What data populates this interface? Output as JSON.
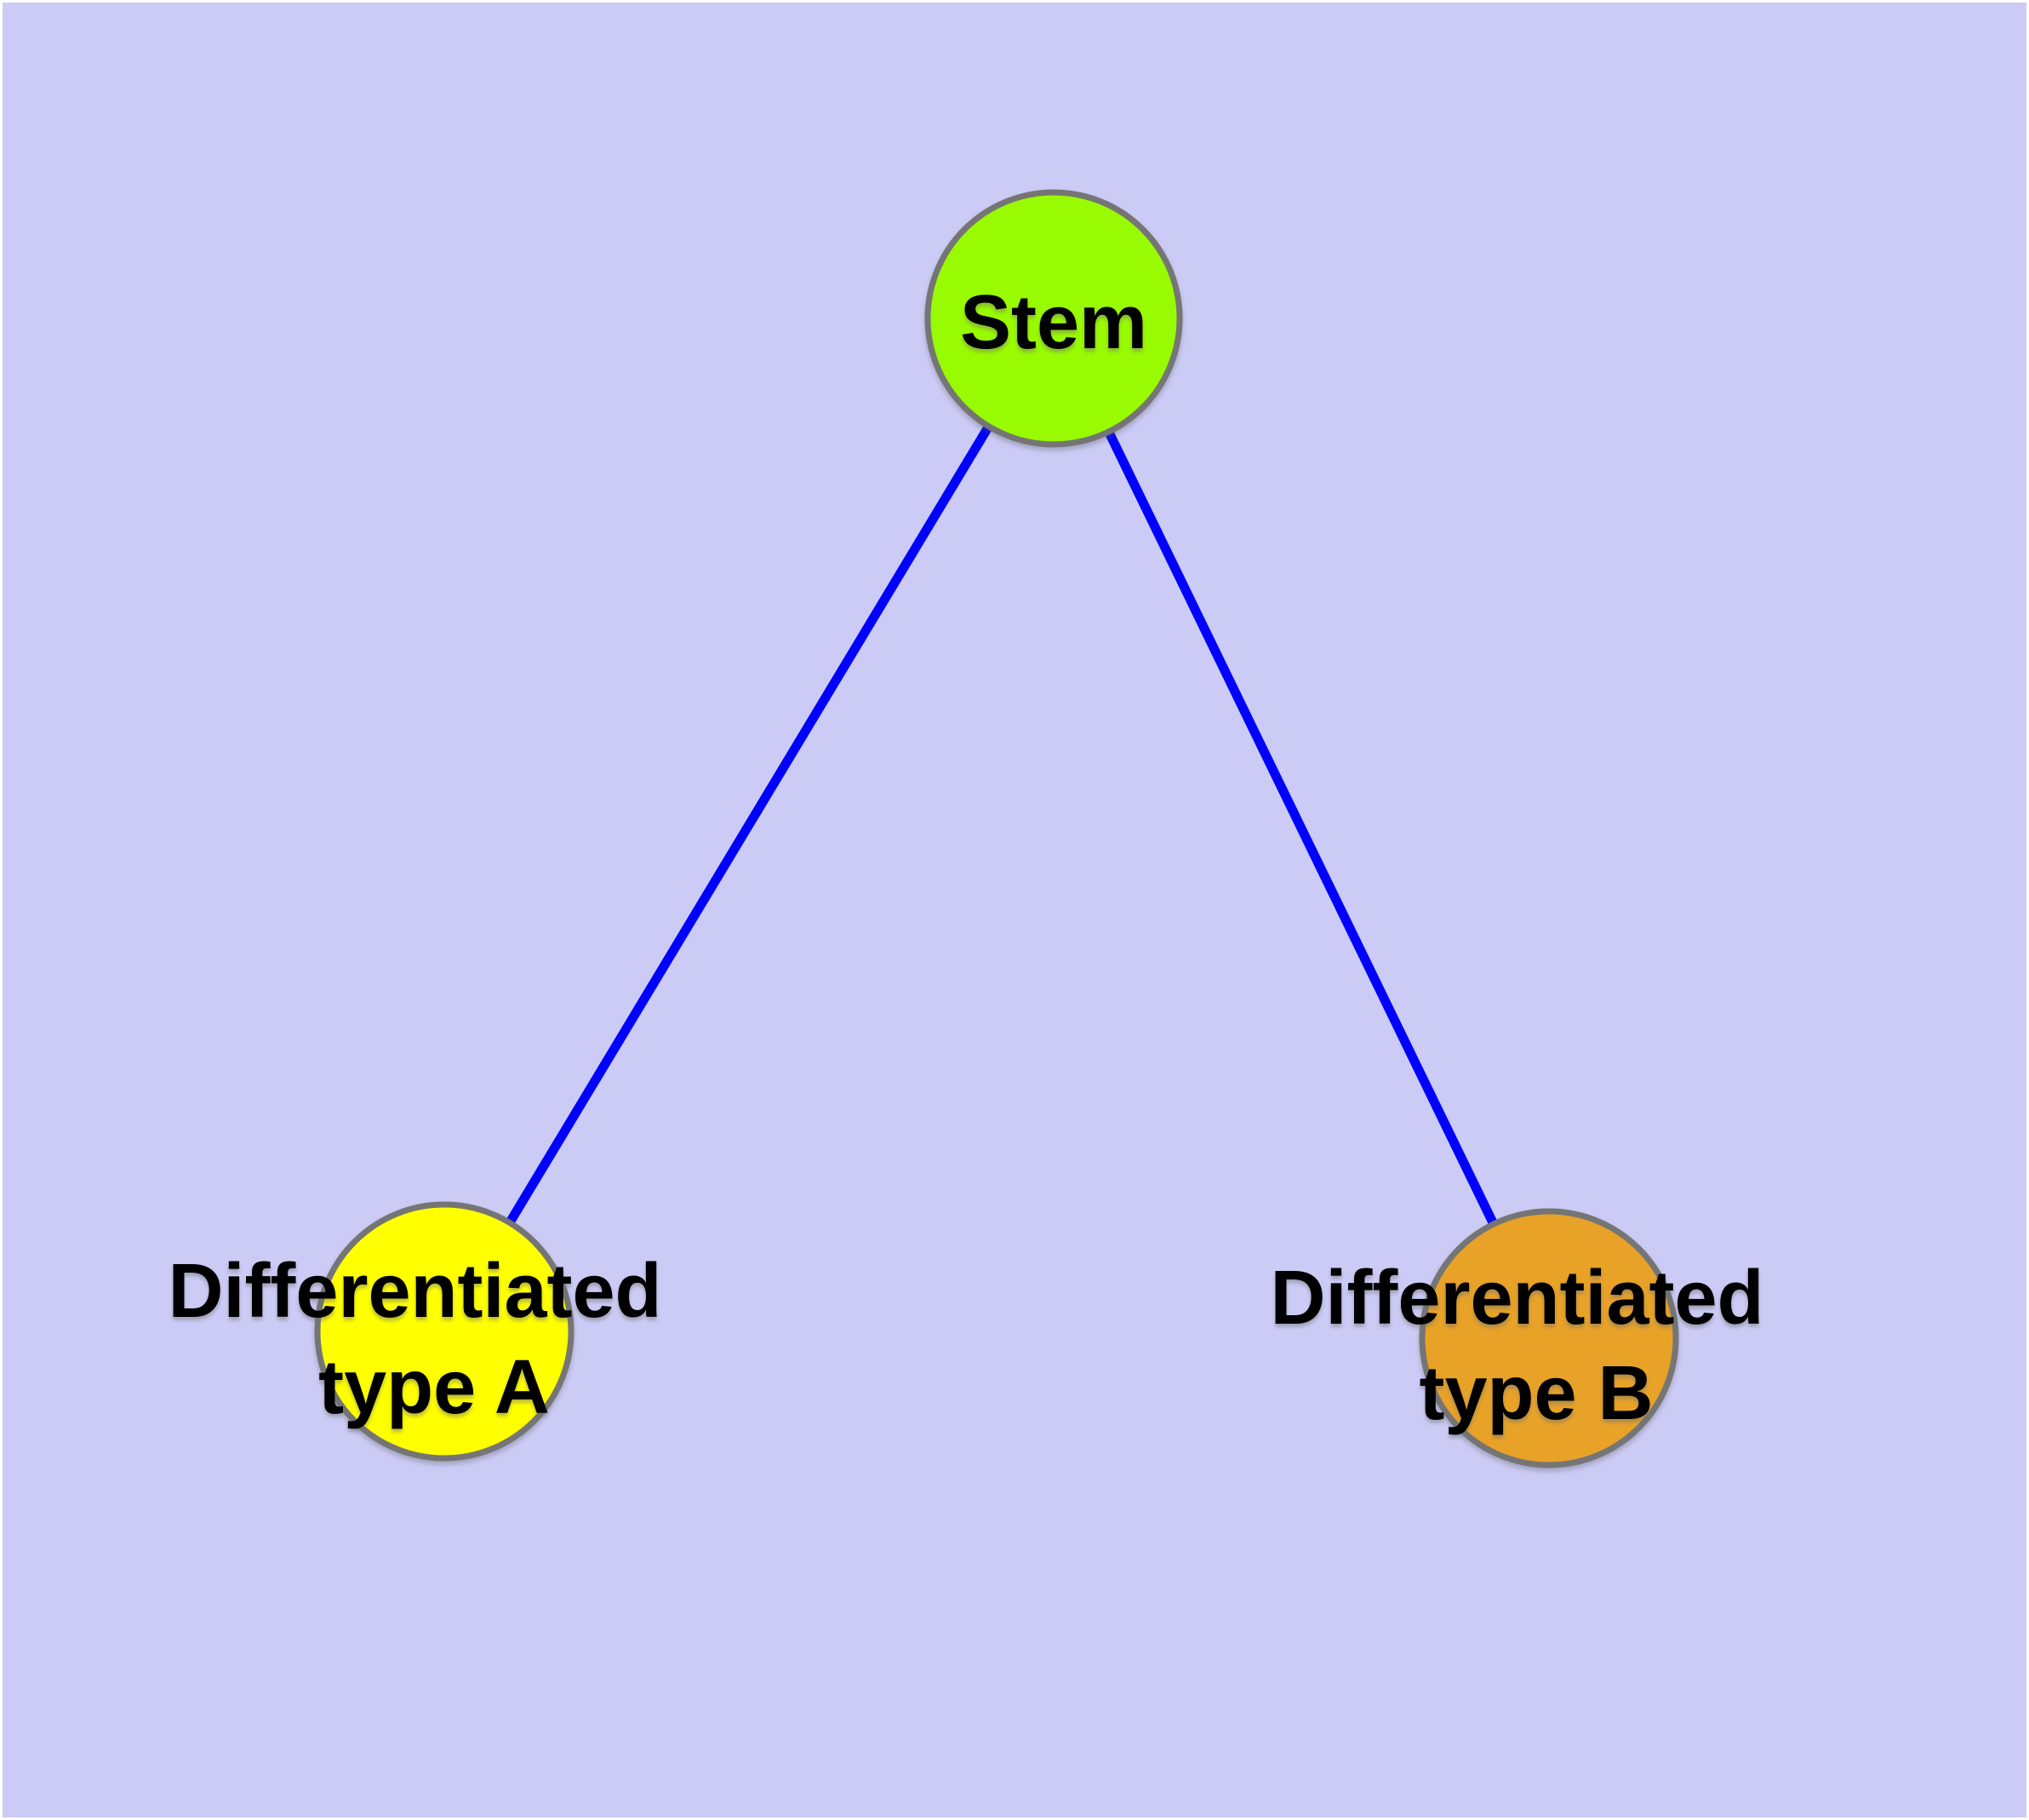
{
  "diagram": {
    "type": "node-link-graph",
    "background_color": "#CBCBF6",
    "edge_color": "#0000FF",
    "node_border_color": "#757575",
    "nodes": [
      {
        "id": "stem",
        "label": "Stem",
        "label_lines": [
          "Stem"
        ],
        "color": "#99FB01"
      },
      {
        "id": "differentiated-type-a",
        "label": "Differentiated type A",
        "label_lines": [
          "Differentiated",
          "type A"
        ],
        "color": "#FFFF00"
      },
      {
        "id": "differentiated-type-b",
        "label": "Differentiated type B",
        "label_lines": [
          "Differentiated",
          "type B"
        ],
        "color": "#E8A228"
      }
    ],
    "edges": [
      {
        "from": "Stem",
        "to": "Differentiated type A"
      },
      {
        "from": "Stem",
        "to": "Differentiated type B"
      }
    ]
  }
}
